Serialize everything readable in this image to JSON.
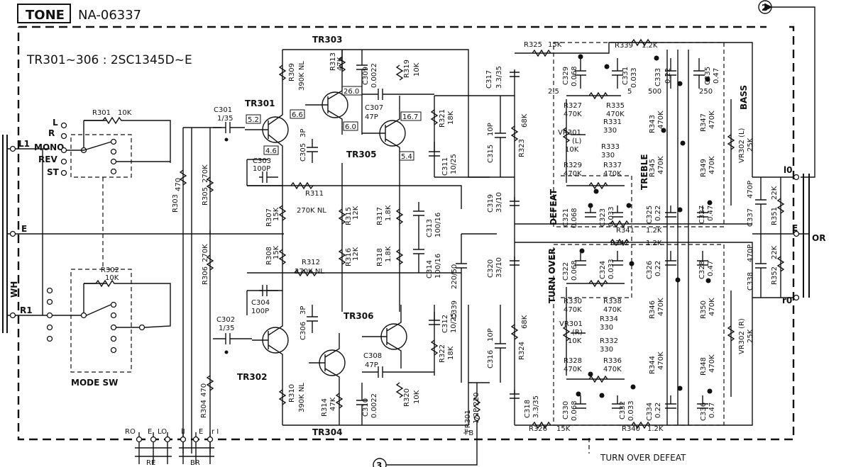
{
  "header": {
    "section_box_label": "TONE",
    "part_number": "NA-06337",
    "transistor_note": "TR301~306 : 2SC1345D~E"
  },
  "connectors": {
    "top_right_marker": "2",
    "bottom_marker": "3",
    "left_inputs": {
      "l1": "L1",
      "e": "E",
      "r1": "R1",
      "wh": "WH"
    },
    "right_outputs": {
      "l0": "l0",
      "e": "E",
      "r0": "r0",
      "or": "OR"
    },
    "bottom_left": {
      "ro": "RO",
      "e": "E",
      "lo": "LO",
      "group": "RE"
    },
    "bottom_mid": {
      "li": "lI",
      "e": "E",
      "ri": "r I",
      "group": "BR"
    },
    "supply": "+B"
  },
  "mode_switch": {
    "label": "MODE SW",
    "positions": [
      "L",
      "R",
      "MONO",
      "REV",
      "ST"
    ]
  },
  "transistors": [
    {
      "id": "tr301",
      "label": "TR301",
      "vb": "5.2",
      "vc": "6.6",
      "ve": "4.6"
    },
    {
      "id": "tr303",
      "label": "TR303",
      "vc": "26.0",
      "ve": "6.0"
    },
    {
      "id": "tr305",
      "label": "TR305",
      "vc": "16.7",
      "ve": "5.4"
    },
    {
      "id": "tr302",
      "label": "TR302"
    },
    {
      "id": "tr304",
      "label": "TR304"
    },
    {
      "id": "tr306",
      "label": "TR306"
    }
  ],
  "resistors": [
    {
      "id": "r301",
      "ref": "R301",
      "value": "10K"
    },
    {
      "id": "r302",
      "ref": "R302",
      "value": "10K"
    },
    {
      "id": "r303",
      "ref": "R303",
      "value": "470"
    },
    {
      "id": "r304",
      "ref": "R304",
      "value": "470"
    },
    {
      "id": "r305",
      "ref": "R305",
      "value": "270K"
    },
    {
      "id": "r306",
      "ref": "R306",
      "value": "270K"
    },
    {
      "id": "r307",
      "ref": "R307",
      "value": "15K"
    },
    {
      "id": "r308",
      "ref": "R308",
      "value": "15K"
    },
    {
      "id": "r309",
      "ref": "R309",
      "value": "390K NL"
    },
    {
      "id": "r310",
      "ref": "R310",
      "value": "390K NL"
    },
    {
      "id": "r311",
      "ref": "R311",
      "value": "270K NL"
    },
    {
      "id": "r312",
      "ref": "R312",
      "value": "270K NL"
    },
    {
      "id": "r313",
      "ref": "R313",
      "value": "47K"
    },
    {
      "id": "r314",
      "ref": "R314",
      "value": "47K"
    },
    {
      "id": "r315",
      "ref": "R315",
      "value": "12K"
    },
    {
      "id": "r316",
      "ref": "R316",
      "value": "12K"
    },
    {
      "id": "r317",
      "ref": "R317",
      "value": "1.8K"
    },
    {
      "id": "r318",
      "ref": "R318",
      "value": "1.8K"
    },
    {
      "id": "r319",
      "ref": "R319",
      "value": "10K"
    },
    {
      "id": "r320",
      "ref": "R320",
      "value": "10K"
    },
    {
      "id": "r321",
      "ref": "R321",
      "value": "18K"
    },
    {
      "id": "r322",
      "ref": "R322",
      "value": "18K"
    },
    {
      "id": "r323",
      "ref": "R323",
      "value": "68K"
    },
    {
      "id": "r324",
      "ref": "R324",
      "value": "68K"
    },
    {
      "id": "r325",
      "ref": "R325",
      "value": "15K"
    },
    {
      "id": "r326",
      "ref": "R326",
      "value": "15K"
    },
    {
      "id": "r327",
      "ref": "R327",
      "value": "470K"
    },
    {
      "id": "r328",
      "ref": "R328",
      "value": "470K"
    },
    {
      "id": "r329",
      "ref": "R329",
      "value": "470K"
    },
    {
      "id": "r330",
      "ref": "R330",
      "value": "470K"
    },
    {
      "id": "r331",
      "ref": "R331",
      "value": "330"
    },
    {
      "id": "r332",
      "ref": "R332",
      "value": "330"
    },
    {
      "id": "r333",
      "ref": "R333",
      "value": "330"
    },
    {
      "id": "r334",
      "ref": "R334",
      "value": "330"
    },
    {
      "id": "r335",
      "ref": "R335",
      "value": "470K"
    },
    {
      "id": "r336",
      "ref": "R336",
      "value": "470K"
    },
    {
      "id": "r337",
      "ref": "R337",
      "value": "470K"
    },
    {
      "id": "r338",
      "ref": "R338",
      "value": "470K"
    },
    {
      "id": "r339",
      "ref": "R339",
      "value": "1.2K"
    },
    {
      "id": "r340",
      "ref": "R340",
      "value": "1.2K"
    },
    {
      "id": "r341",
      "ref": "R341",
      "value": "1.2K"
    },
    {
      "id": "r342",
      "ref": "R342",
      "value": "1.2K"
    },
    {
      "id": "r343",
      "ref": "R343",
      "value": "470K"
    },
    {
      "id": "r344",
      "ref": "R344",
      "value": "470K"
    },
    {
      "id": "r345",
      "ref": "R345",
      "value": "470K"
    },
    {
      "id": "r346",
      "ref": "R346",
      "value": "470K"
    },
    {
      "id": "r347",
      "ref": "R347",
      "value": "470K"
    },
    {
      "id": "r348",
      "ref": "R348",
      "value": "470K"
    },
    {
      "id": "r349",
      "ref": "R349",
      "value": "470K"
    },
    {
      "id": "r350",
      "ref": "R350",
      "value": "470K"
    },
    {
      "id": "r351",
      "ref": "R351",
      "value": "22K"
    },
    {
      "id": "r352",
      "ref": "R352",
      "value": "22K"
    },
    {
      "id": "fr301",
      "ref": "FR301",
      "value": "1/2P 220"
    }
  ],
  "capacitors": [
    {
      "id": "c301",
      "ref": "C301",
      "value": "1/35"
    },
    {
      "id": "c302",
      "ref": "C302",
      "value": "1/35"
    },
    {
      "id": "c303",
      "ref": "C303",
      "value": "100P"
    },
    {
      "id": "c304",
      "ref": "C304",
      "value": "100P"
    },
    {
      "id": "c305",
      "ref": "C305",
      "value": "3P"
    },
    {
      "id": "c306",
      "ref": "C306",
      "value": "3P"
    },
    {
      "id": "c307",
      "ref": "C307",
      "value": "47P"
    },
    {
      "id": "c308",
      "ref": "C308",
      "value": "47P"
    },
    {
      "id": "c309",
      "ref": "C309",
      "value": "0.0022"
    },
    {
      "id": "c310",
      "ref": "C310",
      "value": "0.0022"
    },
    {
      "id": "c311",
      "ref": "C311",
      "value": "10/25"
    },
    {
      "id": "c312",
      "ref": "C312",
      "value": "10/25"
    },
    {
      "id": "c313",
      "ref": "C313",
      "value": "100/16"
    },
    {
      "id": "c314",
      "ref": "C314",
      "value": "100/16"
    },
    {
      "id": "c315",
      "ref": "C315",
      "value": "10P"
    },
    {
      "id": "c316",
      "ref": "C316",
      "value": "10P"
    },
    {
      "id": "c317",
      "ref": "C317",
      "value": "3.3/35"
    },
    {
      "id": "c318",
      "ref": "C318",
      "value": "3.3/35"
    },
    {
      "id": "c319",
      "ref": "C319",
      "value": "33/10"
    },
    {
      "id": "c320",
      "ref": "C320",
      "value": "33/10"
    },
    {
      "id": "c321",
      "ref": "C321",
      "value": "0.068"
    },
    {
      "id": "c322",
      "ref": "C322",
      "value": "0.068"
    },
    {
      "id": "c323",
      "ref": "C323",
      "value": "0.033"
    },
    {
      "id": "c324",
      "ref": "C324",
      "value": "0.033"
    },
    {
      "id": "c325",
      "ref": "C325",
      "value": "0.22"
    },
    {
      "id": "c326",
      "ref": "C326",
      "value": "0.22"
    },
    {
      "id": "c327",
      "ref": "C327",
      "value": "0.47"
    },
    {
      "id": "c328",
      "ref": "C328",
      "value": "0.47"
    },
    {
      "id": "c329",
      "ref": "C329",
      "value": "0.068"
    },
    {
      "id": "c330",
      "ref": "C330",
      "value": "0.068"
    },
    {
      "id": "c331",
      "ref": "C331",
      "value": "0.033"
    },
    {
      "id": "c332",
      "ref": "C332",
      "value": "0.033"
    },
    {
      "id": "c333",
      "ref": "C333",
      "value": "0.22"
    },
    {
      "id": "c334",
      "ref": "C334",
      "value": "0.22"
    },
    {
      "id": "c335",
      "ref": "C335",
      "value": "0.47"
    },
    {
      "id": "c336",
      "ref": "C336",
      "value": "0.47"
    },
    {
      "id": "c337",
      "ref": "C337",
      "value": "470P"
    },
    {
      "id": "c338",
      "ref": "C338",
      "value": "470P"
    },
    {
      "id": "c339",
      "ref": "C339",
      "value": "220/50"
    }
  ],
  "controls": {
    "vr301_l": {
      "ref": "VR301",
      "channel": "(L)",
      "value": "10K"
    },
    "vr301_r": {
      "ref": "VR301",
      "channel": "(R)",
      "value": "10K"
    },
    "vr302_l": {
      "ref": "VR302 (L)",
      "value": "25K"
    },
    "vr302_r": {
      "ref": "VR302 (R)",
      "value": "25K"
    }
  },
  "labels": {
    "bass": "BASS",
    "treble": "TREBLE",
    "defeat": "DEFEAT",
    "turn_over": "TURN OVER",
    "bottom_turnover_defeat": "TURN OVER  DEFEAT",
    "switch_taps": {
      "t1": "2.5",
      "t2": "5",
      "t3": "500",
      "t4": "250"
    }
  },
  "theme": {
    "ink": "#111111",
    "paper": "#ffffff"
  }
}
